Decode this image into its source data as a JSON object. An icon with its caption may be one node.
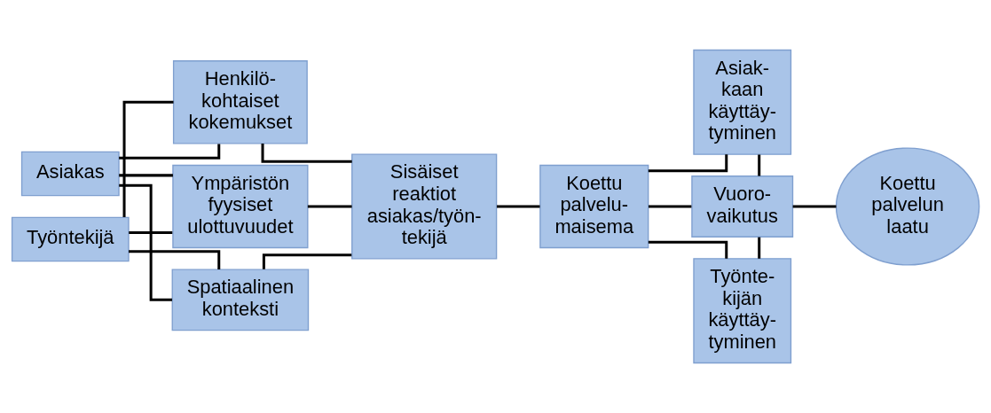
{
  "diagram": {
    "nodes": [
      {
        "text": [
          "Asiakas"
        ]
      },
      {
        "text": [
          "Työntekijä"
        ]
      },
      {
        "text": [
          "Henkilö- kohtaiset kokemukset"
        ]
      },
      {
        "text": [
          "Ympäristön fyysiset ulottuvuudet"
        ]
      },
      {
        "text": [
          "Spatiaalinen konteksti"
        ]
      },
      {
        "text": [
          "Sisäiset reaktiot asiakas/työn- tekijä"
        ]
      },
      {
        "text": [
          "Koettu palvelu- maisema"
        ]
      },
      {
        "text": [
          "Asiak- kaan käyttäy- tyminen"
        ]
      },
      {
        "text": [
          "Vuoro- vaikutus"
        ]
      },
      {
        "text": [
          "Työnte- kijän käyttäy- tyminen"
        ]
      },
      {
        "text": [
          "Koettu palvelun laatu"
        ]
      }
    ],
    "edges": [
      {
        "from": 0,
        "to": 2,
        "arrow": "none"
      },
      {
        "from": 0,
        "to": 3,
        "arrow": "none"
      },
      {
        "from": 0,
        "to": 4,
        "arrow": "none"
      },
      {
        "from": 1,
        "to": 2,
        "arrow": "none"
      },
      {
        "from": 1,
        "to": 3,
        "arrow": "none"
      },
      {
        "from": 1,
        "to": 4,
        "arrow": "none"
      },
      {
        "from": 2,
        "to": 5,
        "arrow": "none"
      },
      {
        "from": 3,
        "to": 5,
        "arrow": "none"
      },
      {
        "from": 4,
        "to": 5,
        "arrow": "none"
      },
      {
        "from": 5,
        "to": 6,
        "arrow": "none"
      },
      {
        "from": 6,
        "to": 7,
        "arrow": "none"
      },
      {
        "from": 6,
        "to": 8,
        "arrow": "none"
      },
      {
        "from": 6,
        "to": 9,
        "arrow": "none"
      },
      {
        "from": 7,
        "to": 8,
        "arrow": "none"
      },
      {
        "from": 8,
        "to": 9,
        "arrow": "none"
      },
      {
        "from": 8,
        "to": 10,
        "arrow": "none"
      }
    ]
  }
}
